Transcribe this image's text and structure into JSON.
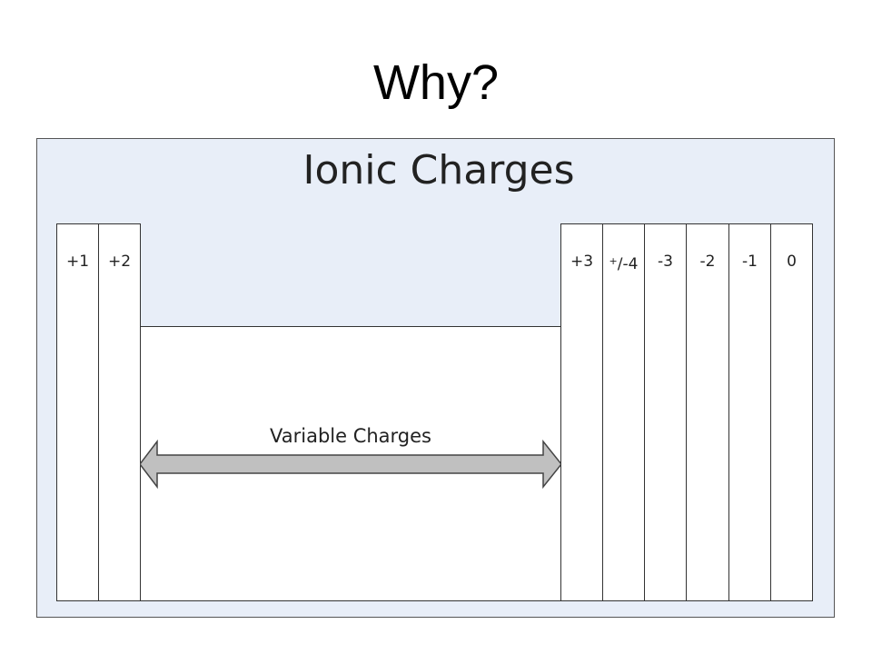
{
  "slide": {
    "title": "Why?"
  },
  "diagram": {
    "title": "Ionic Charges",
    "panel_color": "#e8eef8",
    "main_group_charges": [
      {
        "label": "+1"
      },
      {
        "label": "+2"
      },
      {
        "label": "+3"
      },
      {
        "label_prefix": "+",
        "label": "/-4"
      },
      {
        "label": "-3"
      },
      {
        "label": "-2"
      },
      {
        "label": "-1"
      },
      {
        "label": "0"
      }
    ],
    "transition_metals": {
      "label": "Variable Charges",
      "arrow": "double-headed-arrow"
    }
  }
}
